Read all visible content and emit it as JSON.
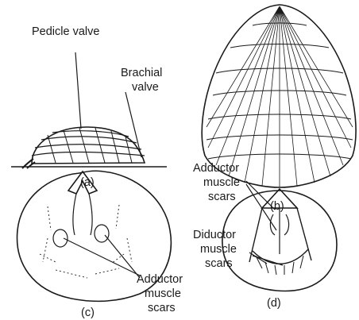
{
  "figure": {
    "labels": {
      "pedicle_valve": "Pedicle valve",
      "brachial_valve_line1": "Brachial",
      "brachial_valve_line2": "valve",
      "adductor_d_line1": "Adductor",
      "adductor_d_line2": "muscle",
      "adductor_d_line3": "scars",
      "diductor_line1": "Diductor",
      "diductor_line2": "muscle",
      "diductor_line3": "scars",
      "adductor_c_line1": "Adductor",
      "adductor_c_line2": "muscle",
      "adductor_c_line3": "scars"
    },
    "panels": {
      "a": "(a)",
      "b": "(b)",
      "c": "(c)",
      "d": "(d)"
    },
    "colors": {
      "ink": "#1a1a1a",
      "paper": "#ffffff"
    }
  }
}
